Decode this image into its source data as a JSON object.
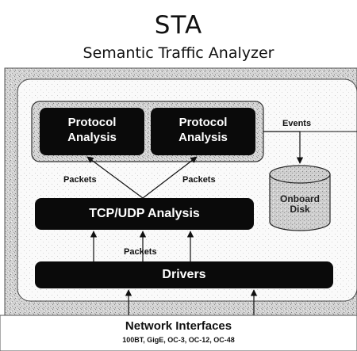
{
  "title": "STA",
  "subtitle": "Semantic Traffic Analyzer",
  "boxes": {
    "protocol_left_line1": "Protocol",
    "protocol_left_line2": "Analysis",
    "protocol_right_line1": "Protocol",
    "protocol_right_line2": "Analysis",
    "tcp_udp": "TCP/UDP Analysis",
    "drivers": "Drivers"
  },
  "edge_labels": {
    "events": "Events",
    "packets_left": "Packets",
    "packets_right": "Packets",
    "packets_bottom": "Packets"
  },
  "disk": {
    "line1": "Onboard",
    "line2": "Disk"
  },
  "network": {
    "title": "Network Interfaces",
    "interfaces": "100BT, GigE, OC-3, OC-12, OC-48"
  }
}
